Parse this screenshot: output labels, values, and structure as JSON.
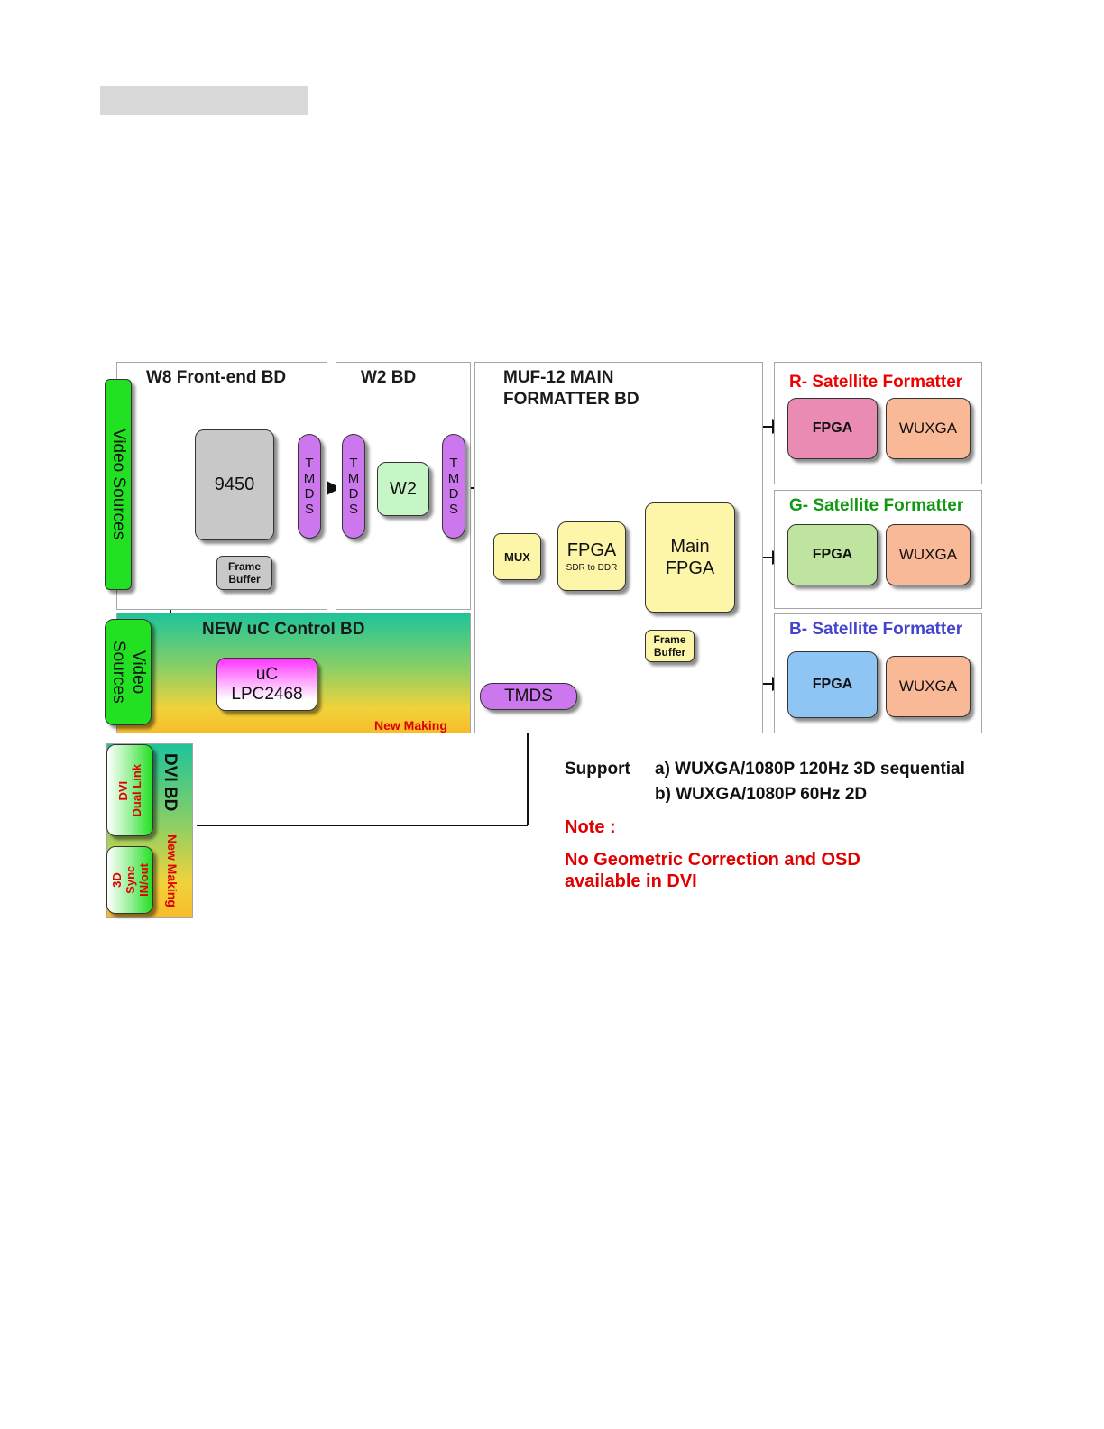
{
  "panels": {
    "w8": "W8 Front-end BD",
    "w2": "W2 BD",
    "muf_line1": "MUF-12 MAIN",
    "muf_line2": "FORMATTER BD",
    "r_sat": "R- Satellite Formatter",
    "g_sat": "G- Satellite Formatter",
    "b_sat": "B- Satellite Formatter",
    "uc_ctrl": "NEW uC Control BD",
    "uc_new_making": "New Making",
    "dvi_bd": "DVI BD",
    "dvi_new_making": "New Making"
  },
  "blocks": {
    "video_sources_1": "Video Sources",
    "video_sources_2_line1": "Video",
    "video_sources_2_line2": "Sources",
    "chip_9450": "9450",
    "frame_buffer_1_line1": "Frame",
    "frame_buffer_1_line2": "Buffer",
    "tmds_letters": [
      "T",
      "M",
      "D",
      "S"
    ],
    "w2": "W2",
    "mux": "MUX",
    "fpga_sdr": "FPGA",
    "fpga_sdr_sub": "SDR to DDR",
    "main_fpga_line1": "Main",
    "main_fpga_line2": "FPGA",
    "frame_buffer_2_line1": "Frame",
    "frame_buffer_2_line2": "Buffer",
    "tmds_h": "TMDS",
    "uc_line1": "uC",
    "uc_line2": "LPC2468",
    "dvi_line1": "DVI",
    "dvi_line2": "Dual Link",
    "sync_line1": "3D",
    "sync_line2": "Sync",
    "sync_line3": "IN/out",
    "fpga": "FPGA",
    "wuxga": "WUXGA"
  },
  "notes": {
    "support_label": "Support",
    "support_a": "a) WUXGA/1080P 120Hz 3D sequential",
    "support_b": "b) WUXGA/1080P 60Hz 2D",
    "note_label": "Note :",
    "note_line1": "No Geometric Correction and OSD",
    "note_line2": "available in DVI"
  },
  "colors": {
    "green": "#22e022",
    "gray_chip": "#c8c8c8",
    "tmds_purple": "#cc77ee",
    "w2_green": "#c6f5c6",
    "yellow": "#fdf6a8",
    "pink": "#e98bb3",
    "salmon": "#f9b896",
    "light_green": "#bfe4a0",
    "light_blue": "#8ec5f5",
    "red_title": "#ee0000",
    "green_title": "#119911",
    "blue_title": "#4444cc"
  }
}
